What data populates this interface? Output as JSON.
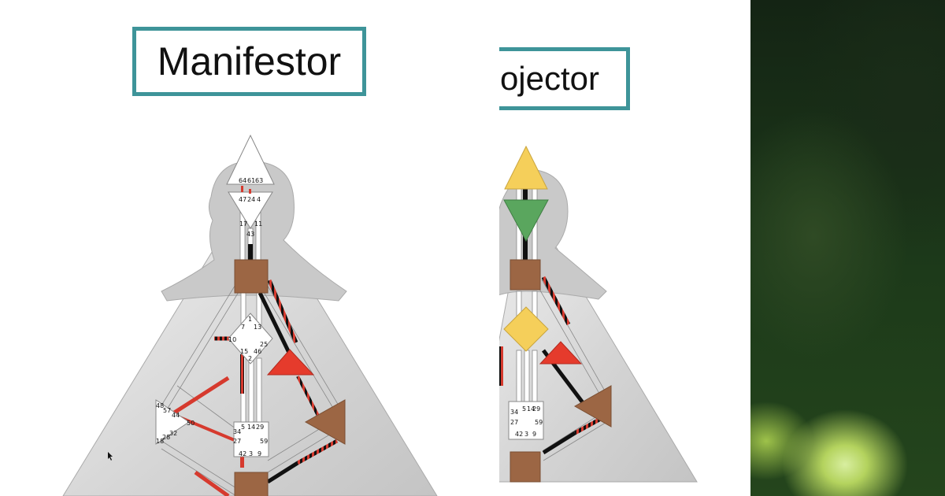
{
  "charts": [
    {
      "title": "Manifestor",
      "gates": {
        "head": [
          "64",
          "61",
          "63"
        ],
        "ajna_top": [
          "47",
          "24",
          "4"
        ],
        "throat_top": [
          "17",
          "11",
          "43"
        ],
        "g_center": [
          "1",
          "7",
          "13",
          "10",
          "15",
          "46",
          "25",
          "2"
        ],
        "spleen": [
          "48",
          "57",
          "44",
          "50",
          "32",
          "28",
          "18"
        ],
        "sacral": [
          "34",
          "5",
          "14",
          "29",
          "27",
          "59",
          "42",
          "3",
          "9"
        ]
      }
    },
    {
      "title": "Projector",
      "visible_title": "ojector",
      "gates": {
        "sacral": [
          "34",
          "5",
          "14",
          "29",
          "27",
          "59",
          "42",
          "3",
          "9"
        ]
      }
    }
  ],
  "colors": {
    "title_border": "#3e9499",
    "defined_brown": "#9c6644",
    "defined_red": "#e53b2c",
    "defined_yellow": "#f5cf5a",
    "defined_green": "#5aa65e",
    "channel_black": "#111111",
    "channel_red": "#d63a2e",
    "body_gray": "#d9d9d9"
  },
  "icons": [
    "cursor-arrow-icon"
  ]
}
